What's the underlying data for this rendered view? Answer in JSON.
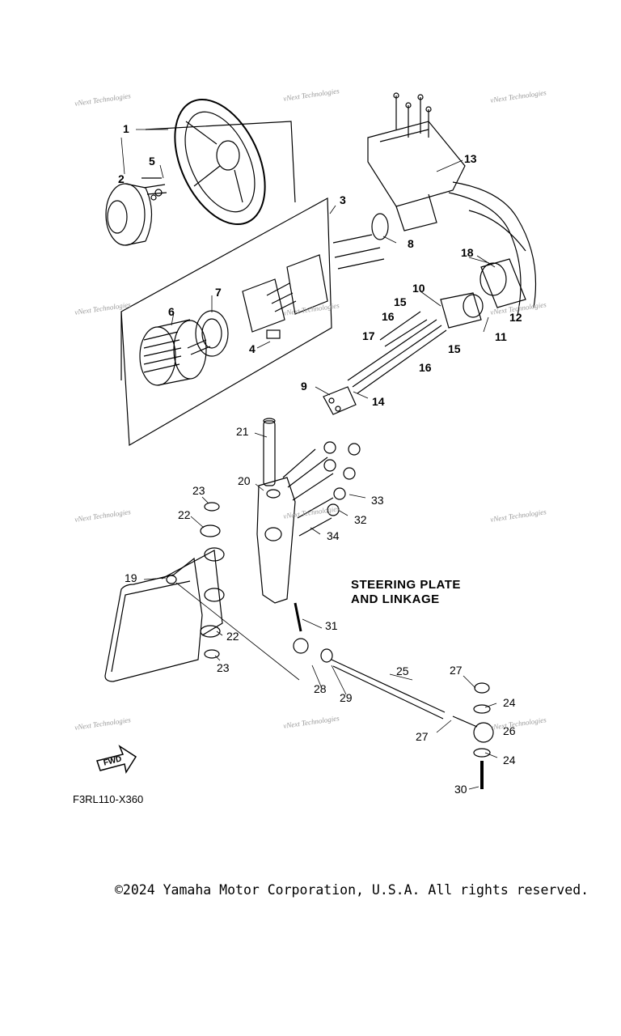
{
  "diagram": {
    "title_lines": [
      "STEERING PLATE",
      "AND LINKAGE"
    ],
    "code": "F3RL110-X360",
    "fwd_label": "FWD",
    "watermark": "vNext Technologies"
  },
  "footer": {
    "copyright": "©2024 Yamaha Motor Corporation, U.S.A. All rights reserved."
  },
  "callouts": [
    "1",
    "2",
    "3",
    "4",
    "5",
    "6",
    "7",
    "8",
    "9",
    "10",
    "11",
    "12",
    "13",
    "14",
    "15",
    "15",
    "16",
    "16",
    "17",
    "18",
    "19",
    "20",
    "21",
    "22",
    "22",
    "23",
    "23",
    "24",
    "24",
    "25",
    "26",
    "27",
    "27",
    "28",
    "29",
    "30",
    "31",
    "32",
    "33",
    "34"
  ]
}
